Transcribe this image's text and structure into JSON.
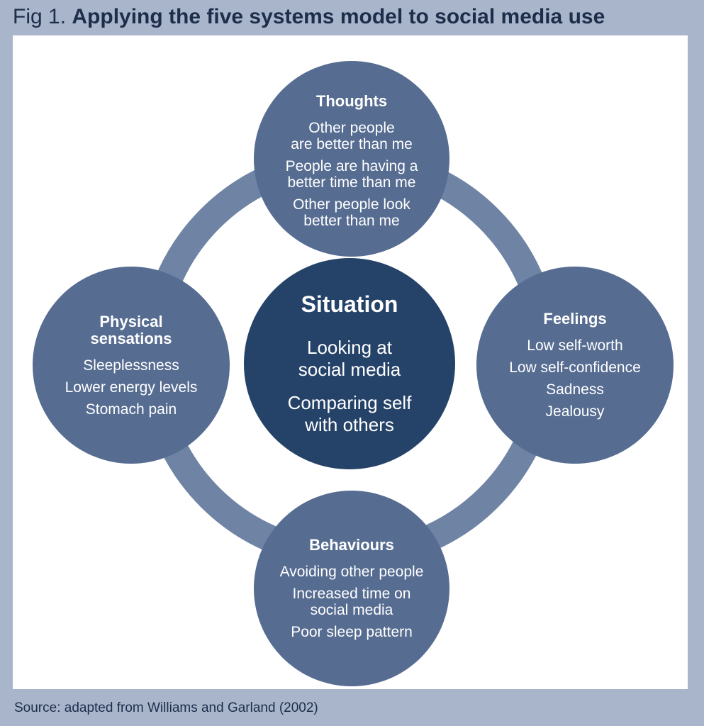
{
  "figure": {
    "prefix": "Fig 1.",
    "title": "Applying the five systems model to social media use"
  },
  "nodes": {
    "thoughts": {
      "title": "Thoughts",
      "items": [
        "Other people\nare better than me",
        "People are having a\nbetter time than me",
        "Other people look\nbetter than me"
      ]
    },
    "physical": {
      "title": "Physical\nsensations",
      "items": [
        "Sleeplessness",
        "Lower energy levels",
        "Stomach pain"
      ]
    },
    "situation": {
      "title": "Situation",
      "items": [
        "Looking at\nsocial media",
        "Comparing self\nwith others"
      ]
    },
    "feelings": {
      "title": "Feelings",
      "items": [
        "Low self-worth",
        "Low self-confidence",
        "Sadness",
        "Jealousy"
      ]
    },
    "behaviours": {
      "title": "Behaviours",
      "items": [
        "Avoiding other people",
        "Increased time on\nsocial media",
        "Poor sleep pattern"
      ]
    }
  },
  "source": "Source: adapted from Williams and Garland (2002)",
  "colors": {
    "frame": "#a9b5ca",
    "ring": "#6f83a4",
    "node": "#566c91",
    "center": "#254368",
    "text_dark": "#1d2e4b"
  }
}
